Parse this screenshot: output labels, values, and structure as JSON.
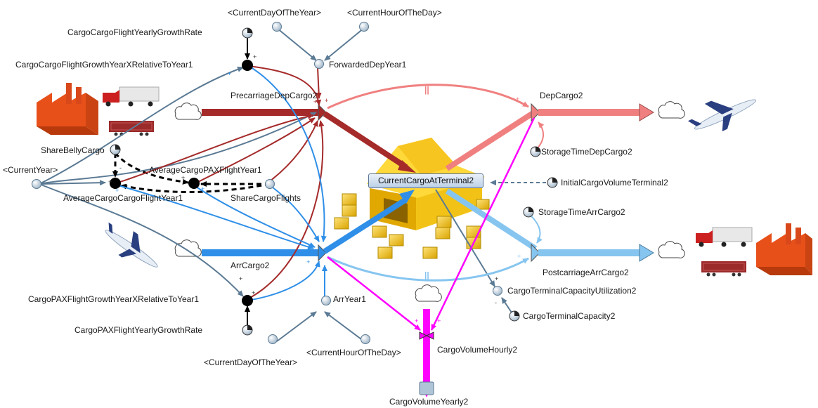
{
  "labels": {
    "current_day_top": "<CurrentDayOfTheYear>",
    "current_hour_top": "<CurrentHourOfTheDay>",
    "yearly_growth_cargo": "CargoCargoFlightYearlyGrowthRate",
    "growth_relative_cargo": "CargoCargoFlightGrowthYearXRelativeToYear1",
    "forwarded_dep": "ForwardedDepYear1",
    "precarriage": "PrecarriageDepCargo2",
    "dep_cargo": "DepCargo2",
    "share_belly": "ShareBellyCargo",
    "avg_pax": "AverageCargoPAXFlightYear1",
    "current_year": "<CurrentYear>",
    "avg_cargo": "AverageCargoCargoFlightYear1",
    "share_cargo_flights": "ShareCargoFlights",
    "storage_dep": "StorageTimeDepCargo2",
    "initial_volume": "InitialCargoVolumeTerminal2",
    "storage_arr": "StorageTimeArrCargo2",
    "arr_cargo": "ArrCargo2",
    "postcarriage": "PostcarriageArrCargo2",
    "capacity_util": "CargoTerminalCapacityUtilization2",
    "capacity": "CargoTerminalCapacity2",
    "growth_relative_pax": "CargoPAXFlightGrowthYearXRelativeToYear1",
    "arr_year": "ArrYear1",
    "yearly_growth_pax": "CargoPAXFlightYearlyGrowthRate",
    "current_day_bottom": "<CurrentDayOfTheYear>",
    "current_hour_bottom": "<CurrentHourOfTheDay>",
    "volume_hourly": "CargoVolumeHourly2",
    "volume_yearly": "CargoVolumeYearly2"
  },
  "stock": {
    "name": "CurrentCargoAtTerminal2"
  },
  "marks": {
    "delay": "||",
    "plus": "+",
    "minus": "-"
  },
  "colors": {
    "dark_red": "#a52a2a",
    "light_red": "#f08080",
    "blue": "#2f8fe8",
    "light_blue": "#86c5f0",
    "magenta": "#ff00ff",
    "slate": "#5b7a94",
    "black": "#000000"
  },
  "icons": [
    "factory-icon",
    "truck-icon",
    "freight-wagon-icon",
    "airplane-icon",
    "cloud-icon",
    "warehouse-icon",
    "cargo-box-icon"
  ]
}
